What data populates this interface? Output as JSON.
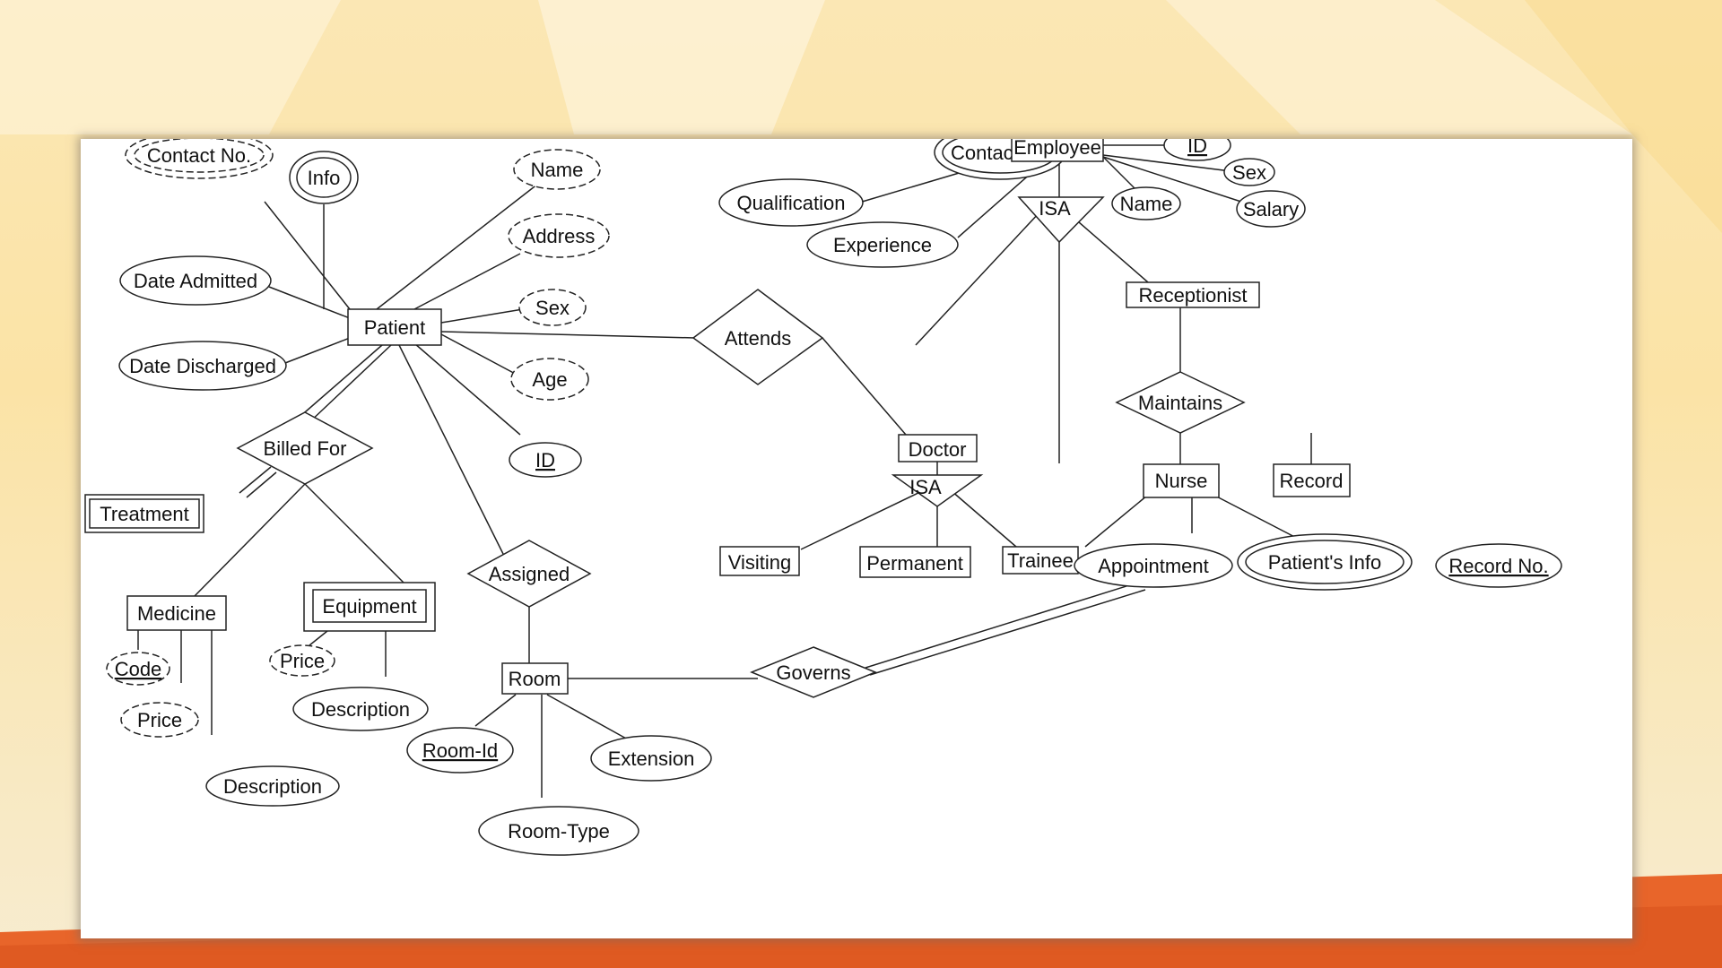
{
  "diagram": {
    "entities": {
      "patient": "Patient",
      "treatment": "Treatment",
      "medicine": "Medicine",
      "equipment": "Equipment",
      "room": "Room",
      "employee": "Employee",
      "doctor": "Doctor",
      "receptionist": "Receptionist",
      "visiting": "Visiting",
      "permanent": "Permanent",
      "trainee": "Trainee",
      "nurse": "Nurse",
      "record": "Record"
    },
    "relationships": {
      "attends": "Attends",
      "billed_for": "Billed For",
      "assigned": "Assigned",
      "governs": "Governs",
      "maintains": "Maintains"
    },
    "isa": {
      "employee_isa": "ISA",
      "doctor_isa": "ISA"
    },
    "attributes": {
      "patient_contact": "Contact No.",
      "patient_info": "Info",
      "patient_name": "Name",
      "patient_address": "Address",
      "patient_date_admitted": "Date Admitted",
      "patient_sex": "Sex",
      "patient_date_discharged": "Date Discharged",
      "patient_age": "Age",
      "patient_id": "ID",
      "medicine_code": "Code",
      "medicine_price": "Price",
      "medicine_description": "Description",
      "equipment_price": "Price",
      "equipment_description": "Description",
      "room_id": "Room-Id",
      "room_extension": "Extension",
      "room_type": "Room-Type",
      "employee_contact": "Contact No",
      "employee_id": "ID",
      "employee_sex": "Sex",
      "employee_qualification": "Qualification",
      "employee_name": "Name",
      "employee_salary": "Salary",
      "employee_experience": "Experience",
      "record_appointment": "Appointment",
      "record_patients_info": "Patient's Info",
      "record_no": "Record No."
    }
  }
}
